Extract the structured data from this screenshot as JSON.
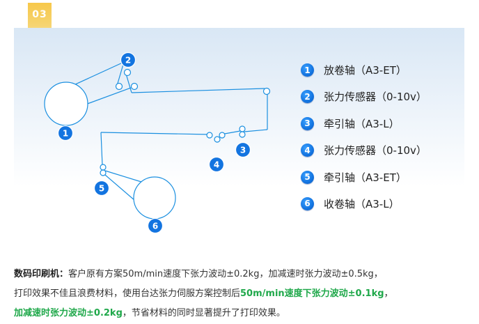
{
  "badge": {
    "number": "03"
  },
  "diagram": {
    "markers": [
      "1",
      "2",
      "3",
      "4",
      "5",
      "6"
    ]
  },
  "legend": [
    {
      "num": "1",
      "text": "放卷轴（A3-ET）"
    },
    {
      "num": "2",
      "text": "张力传感器（0-10v）"
    },
    {
      "num": "3",
      "text": "牵引轴（A3-L）"
    },
    {
      "num": "4",
      "text": "张力传感器（0-10v）"
    },
    {
      "num": "5",
      "text": "牵引轴（A3-ET）"
    },
    {
      "num": "6",
      "text": "收卷轴（A3-L）"
    }
  ],
  "description": {
    "lead": "数码印刷机：",
    "part1": "客户原有方案50m/min速度下张力波动±0.2kg，加减速时张力波动±0.5kg，",
    "part2": "打印效果不佳且浪费材料，使用台达张力伺服方案控制后",
    "highlight1": "50m/min速度下张力波动±0.1kg",
    "part3": "，",
    "highlight2": "加减速时张力波动±0.2kg",
    "part4": "，节省材料的同时显著提升了打印效果。"
  },
  "colors": {
    "line": "#1a8fe0",
    "marker": "#1374e0",
    "highlight": "#1fa84a",
    "badge": "#f7c84a"
  }
}
